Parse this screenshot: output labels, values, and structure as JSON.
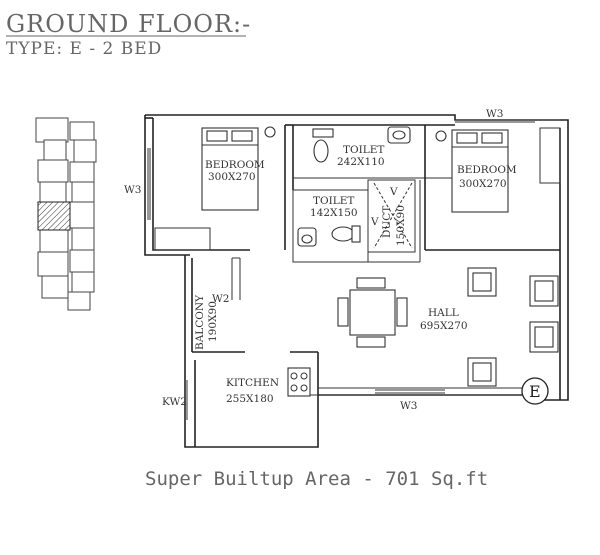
{
  "header": {
    "title": "GROUND FLOOR:-",
    "subtitle": "TYPE: E - 2 BED"
  },
  "rooms": {
    "bedroom1": {
      "name": "BEDROOM",
      "size": "300X270"
    },
    "bedroom2": {
      "name": "BEDROOM",
      "size": "300X270"
    },
    "toilet1": {
      "name": "TOILET",
      "size": "242X110"
    },
    "toilet2": {
      "name": "TOILET",
      "size": "142X150"
    },
    "duct": {
      "name": "DUCT",
      "size": "150X90"
    },
    "hall": {
      "name": "HALL",
      "size": "695X270"
    },
    "balcony": {
      "name": "BALCONY",
      "size": "190X90"
    },
    "kitchen": {
      "name": "KITCHEN",
      "size": "255X180"
    }
  },
  "windows": {
    "w3_left": "W3",
    "w3_top": "W3",
    "w3_bottom": "W3",
    "w2": "W2",
    "kw2": "KW2"
  },
  "duct_marks": {
    "v1": "V",
    "v2": "V"
  },
  "unit_marker": "E",
  "footer": {
    "area": "Super Builtup Area - 701 Sq.ft"
  }
}
